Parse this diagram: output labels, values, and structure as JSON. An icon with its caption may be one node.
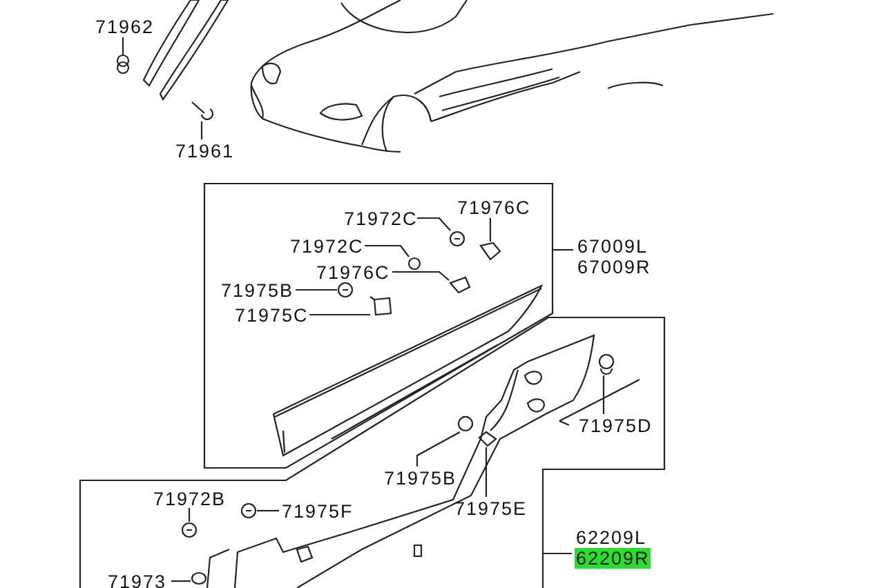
{
  "diagram": {
    "nodes": [
      {
        "text": [
          "71962"
        ]
      },
      {
        "text": [
          "71961"
        ]
      },
      {
        "text": [
          "71972C"
        ]
      },
      {
        "text": [
          "71976C"
        ]
      },
      {
        "text": [
          "67009L",
          "67009R"
        ]
      },
      {
        "text": [
          "71972C"
        ]
      },
      {
        "text": [
          "71976C"
        ]
      },
      {
        "text": [
          "71975B"
        ]
      },
      {
        "text": [
          "71975C"
        ]
      },
      {
        "text": [
          "71975D"
        ]
      },
      {
        "text": [
          "71975B"
        ]
      },
      {
        "text": [
          "71975E"
        ]
      },
      {
        "text": [
          "71972B"
        ]
      },
      {
        "text": [
          "71975F"
        ]
      },
      {
        "text": [
          "62209L",
          "62209R"
        ]
      },
      {
        "text": [
          "71973"
        ]
      },
      {
        "text": [],
        "shape": "picture"
      },
      {
        "text": [],
        "shape": "picture"
      },
      {
        "text": [],
        "shape": "picture"
      },
      {
        "text": [],
        "shape": "picture"
      },
      {
        "text": [],
        "shape": "picture"
      },
      {
        "text": [],
        "shape": "picture"
      },
      {
        "text": [],
        "shape": "picture"
      },
      {
        "text": [],
        "shape": "picture"
      },
      {
        "text": [],
        "shape": "picture"
      },
      {
        "text": [],
        "shape": "picture"
      },
      {
        "text": [],
        "shape": "picture"
      },
      {
        "text": [],
        "shape": "picture"
      },
      {
        "text": [],
        "shape": "picture"
      },
      {
        "text": [],
        "shape": "picture"
      }
    ],
    "edges": [
      {
        "from": 0,
        "to": 16,
        "arrow": "none"
      },
      {
        "from": 1,
        "to": 17,
        "arrow": "none"
      },
      {
        "from": 2,
        "to": 18,
        "arrow": "none"
      },
      {
        "from": 3,
        "to": 19,
        "arrow": "none"
      },
      {
        "from": 4,
        "to": null,
        "arrow": "none"
      },
      {
        "from": 5,
        "to": 20,
        "arrow": "none"
      },
      {
        "from": 6,
        "to": 21,
        "arrow": "none"
      },
      {
        "from": 7,
        "to": 22,
        "arrow": "none"
      },
      {
        "from": 8,
        "to": 23,
        "arrow": "none"
      },
      {
        "from": 9,
        "to": 24,
        "arrow": "none"
      },
      {
        "from": 10,
        "to": 25,
        "arrow": "none"
      },
      {
        "from": 11,
        "to": 26,
        "arrow": "none"
      },
      {
        "from": 12,
        "to": 27,
        "arrow": "none"
      },
      {
        "from": 13,
        "to": 28,
        "arrow": "none"
      },
      {
        "from": 14,
        "to": null,
        "arrow": "none"
      },
      {
        "from": 15,
        "to": 29,
        "arrow": "none"
      }
    ]
  }
}
